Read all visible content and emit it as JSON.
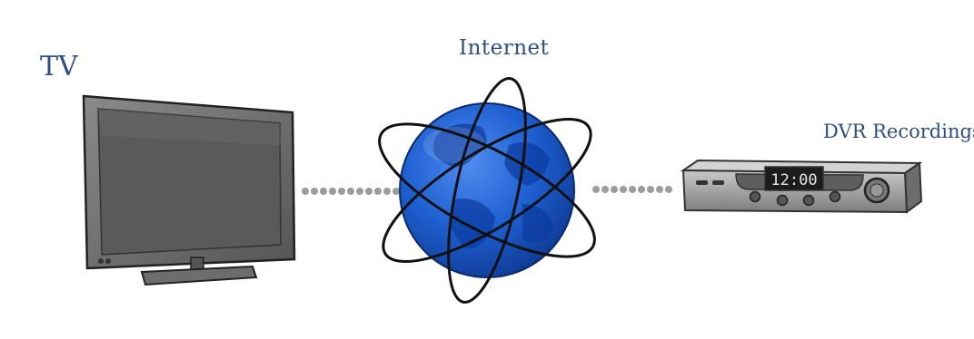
{
  "labels": {
    "tv": "TV",
    "internet": "Internet",
    "dvr": "DVR Recordings"
  },
  "dvr_display": "12:00",
  "colors": {
    "label": "#2f4f82",
    "globe": "#1e5fd0",
    "tv_frame": "#6a6a6a",
    "tv_screen": "#5a5a5a",
    "dvr_body": "#8a8a8a",
    "connector_dots": "#9c9c9c"
  },
  "icons": [
    "tv-icon",
    "globe-icon",
    "dvr-icon"
  ]
}
